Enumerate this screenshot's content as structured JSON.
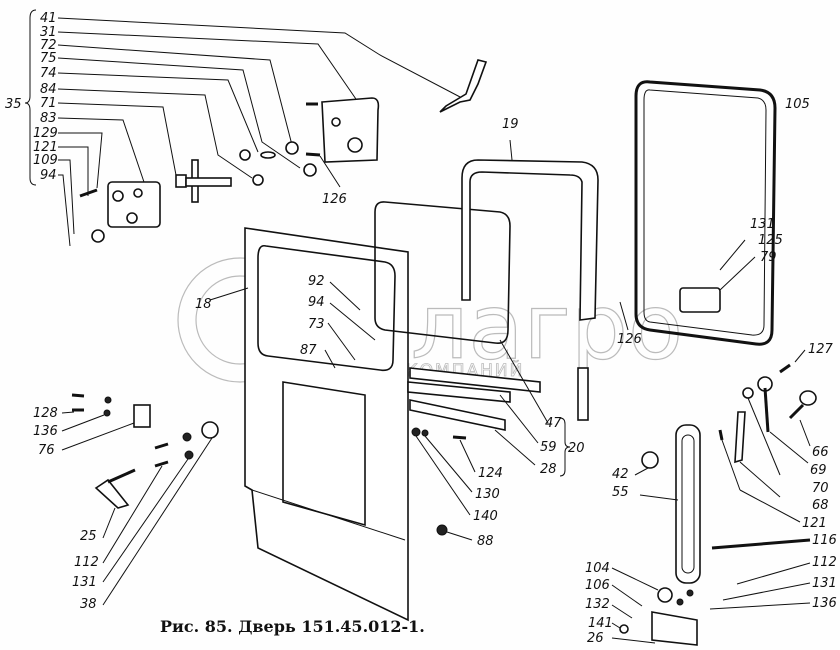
{
  "caption": "Рис. 85. Дверь 151.45.012-1.",
  "watermark": {
    "brand": "белагро",
    "subtitle": "ГРУППА КОМПАНИЙ"
  },
  "group_label": "35",
  "group_items": [
    "41",
    "31",
    "72",
    "75",
    "74",
    "84",
    "71",
    "83",
    "129",
    "121",
    "109",
    "94"
  ],
  "labels": {
    "l126a": "126",
    "l19": "19",
    "l105": "105",
    "l131a": "131",
    "l125": "125",
    "l79": "79",
    "l126b": "126",
    "l18": "18",
    "l92": "92",
    "l94b": "94",
    "l73": "73",
    "l87": "87",
    "l127": "127",
    "l128": "128",
    "l136a": "136",
    "l76": "76",
    "l47": "47",
    "l59": "59",
    "l28": "28",
    "l20": "20",
    "l66": "66",
    "l69": "69",
    "l70": "70",
    "l124": "124",
    "l130": "130",
    "l140": "140",
    "l88": "88",
    "l42": "42",
    "l55": "55",
    "l68": "68",
    "l121b": "121",
    "l116": "116",
    "l112a": "112",
    "l131b": "131",
    "l136b": "136",
    "l25": "25",
    "l112b": "112",
    "l131c": "131",
    "l38": "38",
    "l104": "104",
    "l106": "106",
    "l132": "132",
    "l141": "141",
    "l26": "26"
  }
}
